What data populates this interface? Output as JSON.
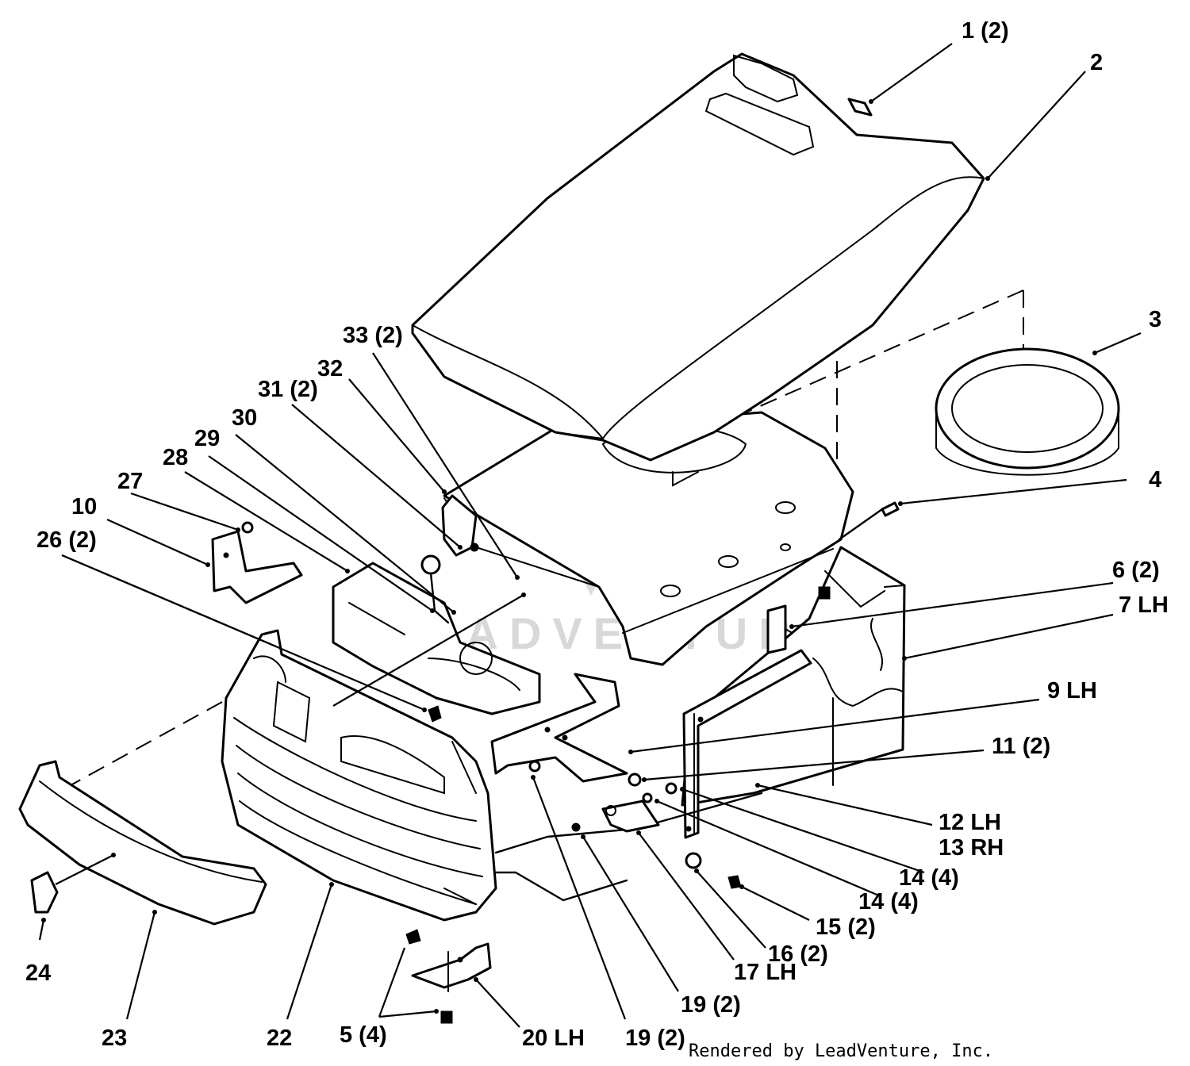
{
  "labels": {
    "l1": "1 (2)",
    "l2": "2",
    "l3": "3",
    "l4": "4",
    "l5": "5 (4)",
    "l6": "6 (2)",
    "l7": "7 LH",
    "l9": "9 LH",
    "l10": "10",
    "l11": "11 (2)",
    "l12": "12 LH",
    "l13": "13 RH",
    "l14a": "14 (4)",
    "l14b": "14 (4)",
    "l15": "15 (2)",
    "l16": "16 (2)",
    "l17": "17 LH",
    "l19a": "19 (2)",
    "l19b": "19 (2)",
    "l20": "20 LH",
    "l22": "22",
    "l23": "23",
    "l24": "24",
    "l26": "26 (2)",
    "l27": "27",
    "l28": "28",
    "l29": "29",
    "l30": "30",
    "l31": "31 (2)",
    "l32": "32",
    "l33": "33 (2)"
  },
  "watermark": "LEADVENTURE",
  "credit": "Rendered by LeadVenture, Inc."
}
